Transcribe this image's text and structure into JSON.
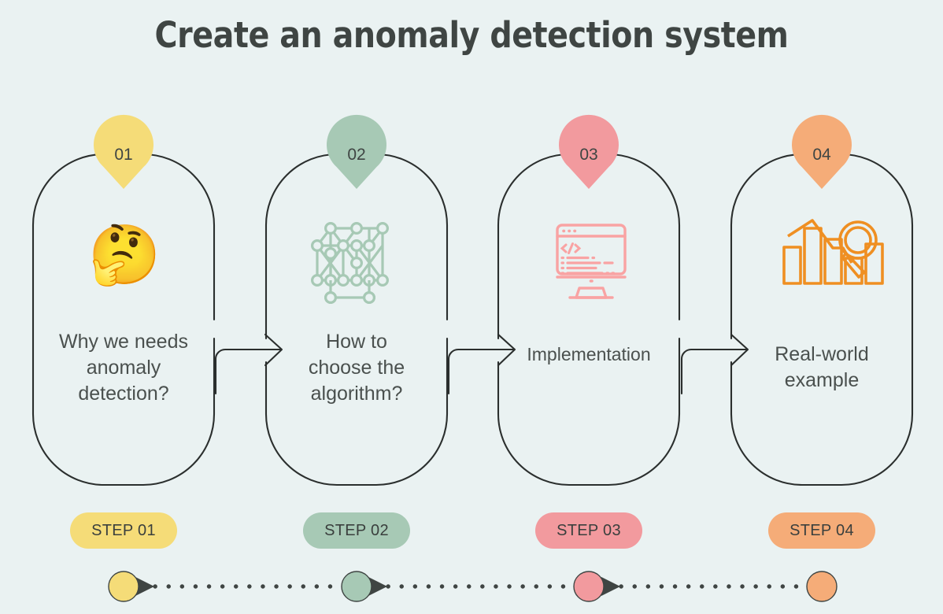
{
  "page": {
    "title": "Create an anomaly detection system",
    "background_color": "#eaf2f2",
    "outline_color": "#2b2f2e",
    "text_color": "#4a504e"
  },
  "steps": [
    {
      "number": "01",
      "pin_label": "01",
      "pill_label": "STEP 01",
      "caption": "Why we needs anomaly detection?",
      "caption_lines": [
        "Why we needs",
        "anomaly",
        "detection?"
      ],
      "icon_name": "thinking-face-emoji",
      "icon_glyph": "🤔",
      "color": "#f5dc78"
    },
    {
      "number": "02",
      "pin_label": "02",
      "pill_label": "STEP 02",
      "caption": "How to choose the algorithm?",
      "caption_lines": [
        "How to",
        "choose the",
        "algorithm?"
      ],
      "icon_name": "neural-network-icon",
      "icon_glyph": "",
      "color": "#a7c9b5"
    },
    {
      "number": "03",
      "pin_label": "03",
      "pill_label": "STEP 03",
      "caption": "Implementation",
      "caption_lines": [
        "Implementation"
      ],
      "icon_name": "code-monitor-icon",
      "icon_glyph": "",
      "color": "#f29a9e"
    },
    {
      "number": "04",
      "pin_label": "04",
      "pill_label": "STEP 04",
      "caption": "Real-world example",
      "caption_lines": [
        "Real-world",
        "example"
      ],
      "icon_name": "bar-chart-magnifier-icon",
      "icon_glyph": "",
      "color": "#f5ac78"
    }
  ],
  "timeline": {
    "marker_colors": [
      "#f5dc78",
      "#a7c9b5",
      "#f29a9e",
      "#f5ac78"
    ],
    "connector_style": "dotted",
    "arrow_count": 3
  },
  "connectors": {
    "count": 3,
    "style": "elbow-arrow"
  }
}
